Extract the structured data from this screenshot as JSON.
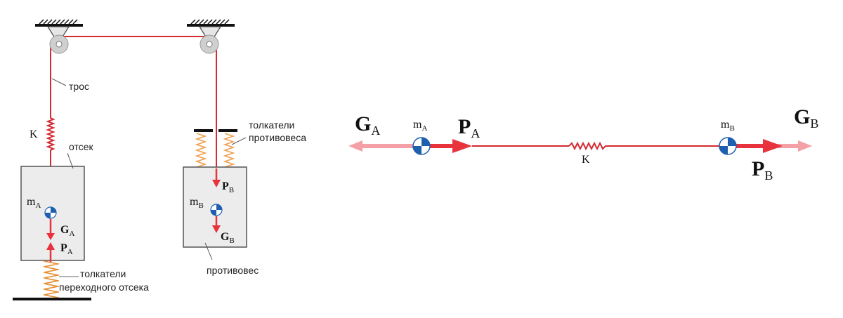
{
  "left_diagram": {
    "label_cable": "трос",
    "label_spring": "K",
    "label_compartment": "отсек",
    "mass_a": {
      "main": "m",
      "sub": "A"
    },
    "mass_b": {
      "main": "m",
      "sub": "B"
    },
    "force_ga": {
      "main": "G",
      "sub": "A"
    },
    "force_pa": {
      "main": "P",
      "sub": "A"
    },
    "force_pb": {
      "main": "P",
      "sub": "B"
    },
    "force_gb": {
      "main": "G",
      "sub": "B"
    },
    "label_counterweight_pushers": [
      "толкатели",
      "противовеса"
    ],
    "label_transition_pushers": [
      "толкатели",
      "переходного отсека"
    ],
    "label_counterweight": "противовес"
  },
  "right_diagram": {
    "force_ga": {
      "main": "G",
      "sub": "A"
    },
    "mass_a": {
      "main": "m",
      "sub": "A"
    },
    "force_pa": {
      "main": "P",
      "sub": "A"
    },
    "label_spring": "K",
    "mass_b": {
      "main": "m",
      "sub": "B"
    },
    "force_gb": {
      "main": "G",
      "sub": "B"
    },
    "force_pb": {
      "main": "P",
      "sub": "B"
    }
  },
  "colors": {
    "cable": "#d42a32",
    "force_arrow": "#e8323c",
    "force_arrow_light": "#f4a0a6",
    "spring_orange": "#f0a050",
    "box_fill": "#ececec",
    "box_stroke": "#555555",
    "mass_blue": "#1f5fb0",
    "pulley": "#cccccc"
  }
}
